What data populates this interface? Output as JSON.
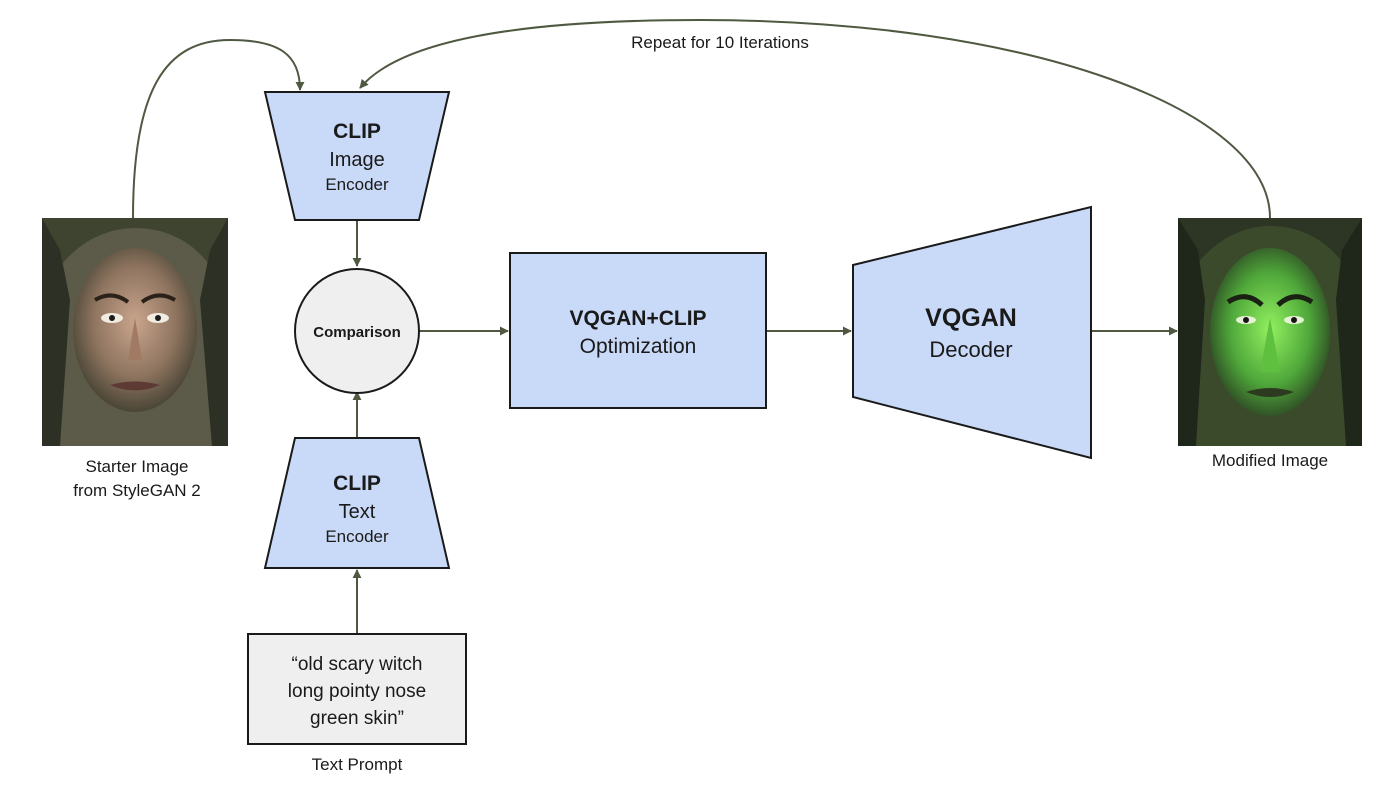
{
  "colors": {
    "block_fill": "#c9daf8",
    "comparison_fill": "#efefef",
    "prompt_fill": "#efefef",
    "edge": "#4f5941",
    "outline": "#1a1a1a",
    "highlight_skin": "#7ee24c"
  },
  "loop_label": "Repeat for 10 Iterations",
  "starter_image": {
    "caption_line1": "Starter Image",
    "caption_line2": "from StyleGAN 2"
  },
  "modified_image": {
    "caption": "Modified Image"
  },
  "clip_image_encoder": {
    "title": "CLIP",
    "line2": "Image",
    "line3": "Encoder"
  },
  "clip_text_encoder": {
    "title": "CLIP",
    "line2": "Text",
    "line3": "Encoder"
  },
  "comparison": {
    "label": "Comparison"
  },
  "optimization": {
    "title": "VQGAN+CLIP",
    "subtitle": "Optimization"
  },
  "decoder": {
    "title": "VQGAN",
    "subtitle": "Decoder"
  },
  "text_prompt": {
    "line1": "“old scary witch",
    "line2": "long pointy nose",
    "line3": "green skin”",
    "caption": "Text Prompt"
  }
}
